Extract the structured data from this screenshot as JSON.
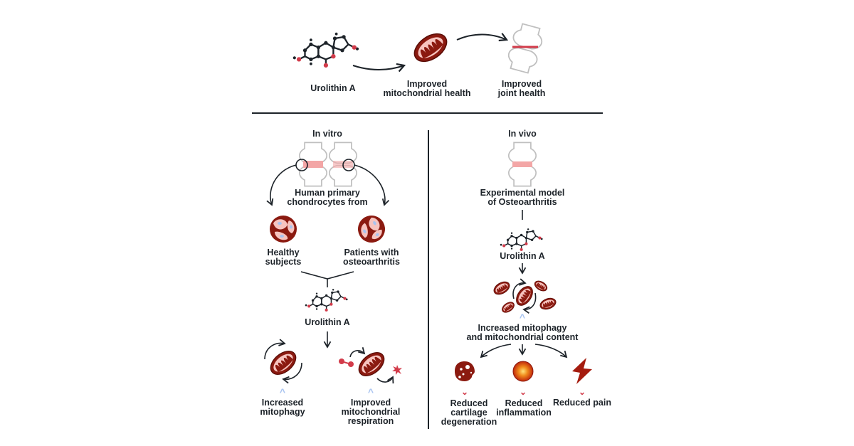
{
  "colors": {
    "ink": "#1d2329",
    "mito_dark": "#8b1a10",
    "mito_light": "#f7c4bf",
    "accent_red": "#d23b4a",
    "pink": "#f3a6a6",
    "up_arrow": "#a9c4f0",
    "bone_outline": "#bfbfbf"
  },
  "top": {
    "molecule_label": "Urolithin A",
    "mito_label": "Improved\nmitochondrial health",
    "joint_label": "Improved\njoint health"
  },
  "in_vitro": {
    "title": "In vitro",
    "cells_label": "Human primary\nchondrocytes from",
    "left_cell_label": "Healthy\nsubjects",
    "right_cell_label": "Patients with\nosteoarthritis",
    "molecule_label": "Urolithin A",
    "outcomes": [
      {
        "label": "Increased\nmitophagy",
        "indicator": "up"
      },
      {
        "label": "Improved\nmitochondrial\nrespiration",
        "indicator": "up"
      }
    ]
  },
  "in_vivo": {
    "title": "In vivo",
    "model_label": "Experimental model\nof Osteoarthritis",
    "molecule_label": "Urolithin A",
    "mito_label": "Increased mitophagy\nand mitochondrial content",
    "outcomes": [
      {
        "label": "Reduced\ncartilage\ndegeneration",
        "icon": "cartilage-icon",
        "indicator": "down"
      },
      {
        "label": "Reduced\ninflammation",
        "icon": "inflammation-icon",
        "indicator": "down"
      },
      {
        "label": "Reduced pain",
        "icon": "lightning-icon",
        "indicator": "down"
      }
    ]
  }
}
